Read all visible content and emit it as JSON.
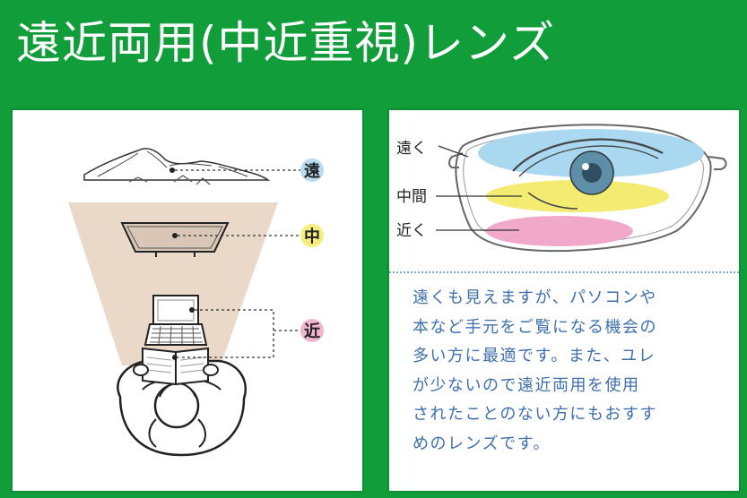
{
  "title": "遠近両用(中近重視)レンズ",
  "left_panel": {
    "markers": [
      {
        "label": "遠",
        "color": "#b9dbf2"
      },
      {
        "label": "中",
        "color": "#f6ee7c"
      },
      {
        "label": "近",
        "color": "#f2b5cf"
      }
    ]
  },
  "right_panel": {
    "zones": [
      {
        "label": "遠く",
        "color": "#a9d8f0"
      },
      {
        "label": "中間",
        "color": "#f3eb72"
      },
      {
        "label": "近く",
        "color": "#f1a9c9"
      }
    ],
    "description_lines": [
      "遠くも見えますが、パソコンや",
      "本など手元をご覧になる機会の",
      "多い方に最適です。また、ユレ",
      "が少ないので遠近両用を使用",
      "されたことのない方にもおすす",
      "めのレンズです。"
    ]
  },
  "colors": {
    "background": "#109d3a",
    "text_blue": "#3d6fae",
    "cone": "#ead8c9"
  }
}
